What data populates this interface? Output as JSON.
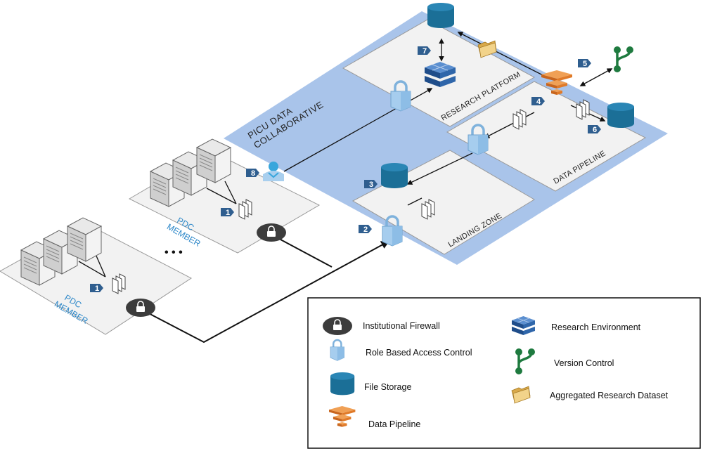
{
  "zones": {
    "collaborative": "PICU DATA\nCOLLABORATIVE",
    "research_platform": "RESEARCH PLATFORM",
    "data_pipeline": "DATA PIPELINE",
    "landing_zone": "LANDING ZONE"
  },
  "members": [
    {
      "label": "PDC\nMEMBER",
      "step": "1"
    },
    {
      "label": "PDC\nMEMBER",
      "step": "1"
    }
  ],
  "ellipsis": "• • •",
  "steps": {
    "s2": "2",
    "s3": "3",
    "s4": "4",
    "s5": "5",
    "s6": "6",
    "s7": "7",
    "s8": "8"
  },
  "legend": {
    "items": [
      {
        "icon": "institutional-firewall-icon",
        "label": "Institutional Firewall"
      },
      {
        "icon": "role-based-access-control-icon",
        "label": "Role Based Access Control"
      },
      {
        "icon": "file-storage-icon",
        "label": "File Storage"
      },
      {
        "icon": "data-pipeline-icon",
        "label": "Data Pipeline"
      },
      {
        "icon": "research-environment-icon",
        "label": "Research Environment"
      },
      {
        "icon": "version-control-icon",
        "label": "Version Control"
      },
      {
        "icon": "aggregated-research-dataset-icon",
        "label": "Aggregated Research Dataset"
      }
    ]
  },
  "colors": {
    "collaborative_fill": "#a9c4ea",
    "zone_fill": "#f2f2f2",
    "storage_blue": "#1b6f97",
    "step_badge": "#2f5e8f",
    "pipeline_orange": "#e8832e",
    "research_env_blue": "#2c5f9e",
    "version_green": "#1e7a3f",
    "member_blue": "#2a86c8"
  }
}
